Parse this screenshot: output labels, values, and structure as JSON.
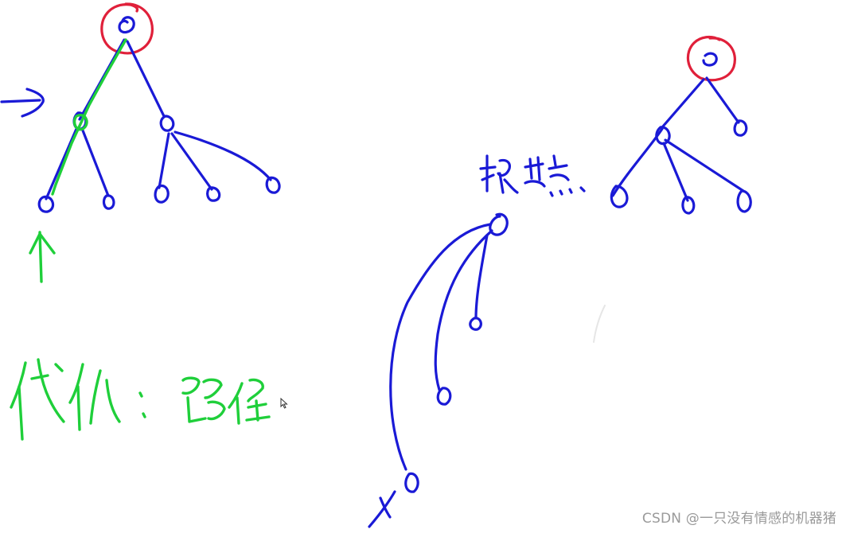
{
  "canvas": {
    "background": "#ffffff",
    "ink_colors": {
      "blue": "#1a1ad6",
      "green": "#1fcf3a",
      "red": "#e0203a"
    }
  },
  "watermark": {
    "text": "CSDN @一只没有情感的机器猪"
  },
  "handwriting": {
    "green_note": "代价：路径",
    "blue_note": "根节点"
  },
  "icons": {
    "cursor": "mouse-pointer-icon"
  }
}
